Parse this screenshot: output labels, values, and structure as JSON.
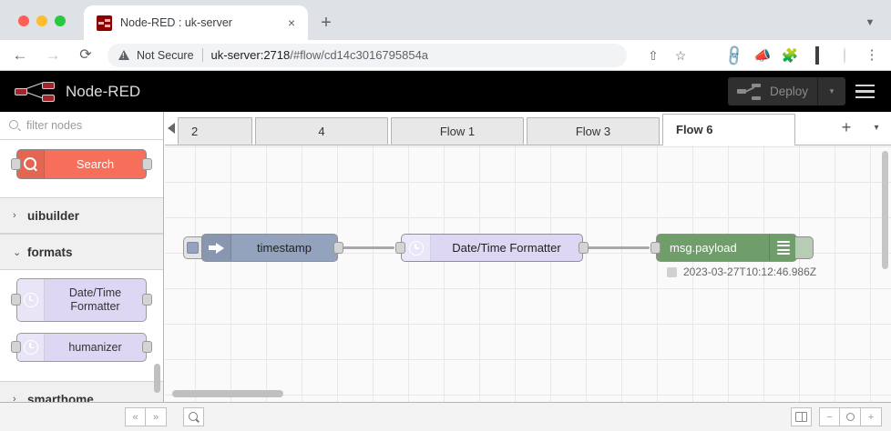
{
  "browser": {
    "tab": {
      "title": "Node-RED : uk-server",
      "favicon": "node-red-favicon",
      "close": "×"
    },
    "new_tab": "+",
    "tabstrip_chevron": "▼",
    "nav": {
      "back": "←",
      "forward": "→",
      "reload": "⟳"
    },
    "omnibox": {
      "security_label": "Not Secure",
      "url_host": "uk-server:2718",
      "url_path": "/#flow/cd14c3016795854a",
      "separator": "|"
    },
    "toolbar_icons": [
      {
        "name": "share-icon",
        "glyph": "⇧"
      },
      {
        "name": "bookmark-star-icon",
        "glyph": "☆"
      },
      {
        "name": "shield-extension-icon",
        "glyph": ""
      },
      {
        "name": "link-extension-icon",
        "glyph": "🔗"
      },
      {
        "name": "megaphone-extension-icon",
        "glyph": "📣"
      },
      {
        "name": "puzzle-extensions-icon",
        "glyph": "🧩"
      },
      {
        "name": "square-extension-icon",
        "glyph": ""
      },
      {
        "name": "profile-avatar",
        "glyph": ""
      },
      {
        "name": "chrome-menu-kebab-icon",
        "glyph": "⋮"
      }
    ]
  },
  "nodered": {
    "brand": "Node-RED",
    "deploy": {
      "label": "Deploy",
      "caret": "▾",
      "disabled": true
    },
    "menu_icon": "hamburger-menu-icon"
  },
  "palette": {
    "filter_placeholder": "filter nodes",
    "search_node": {
      "label": "Search",
      "color": "#f76f5b"
    },
    "categories": [
      {
        "name": "uibuilder",
        "expanded": false,
        "caret": "›",
        "nodes": []
      },
      {
        "name": "formats",
        "expanded": true,
        "caret": "⌄",
        "nodes": [
          {
            "label": "Date/Time Formatter",
            "icon": "clock-icon",
            "color": "#ddd7f3"
          },
          {
            "label": "humanizer",
            "icon": "clock-icon",
            "color": "#ddd7f3"
          }
        ]
      },
      {
        "name": "smarthome",
        "expanded": false,
        "caret": "›",
        "nodes": []
      }
    ]
  },
  "workspace": {
    "scroll_left_arrow": "◀",
    "tabs": [
      {
        "label": "2",
        "active": false,
        "truncated": true
      },
      {
        "label": "4",
        "active": false
      },
      {
        "label": "Flow 1",
        "active": false
      },
      {
        "label": "Flow 3",
        "active": false
      },
      {
        "label": "Flow 6",
        "active": true
      }
    ],
    "add_tab": "+",
    "tab_menu_caret": "▾",
    "flow_nodes": [
      {
        "label": "timestamp",
        "type": "inject",
        "icon": "arrow-right-icon",
        "color": "#93a2bd"
      },
      {
        "label": "Date/Time Formatter",
        "type": "function",
        "icon": "clock-icon",
        "color": "#ddd7f3"
      },
      {
        "label": "msg.payload",
        "type": "debug",
        "icon": "debug-lines-icon",
        "color": "#6f9e6a",
        "status": "2023-03-27T10:12:46.986Z"
      }
    ]
  },
  "statusbar": {
    "collapse_all": "«",
    "expand_all": "»",
    "search": "search-icon",
    "navigator": "navigator-map-icon",
    "zoom_out": "−",
    "zoom_reset": "○",
    "zoom_in": "+"
  }
}
